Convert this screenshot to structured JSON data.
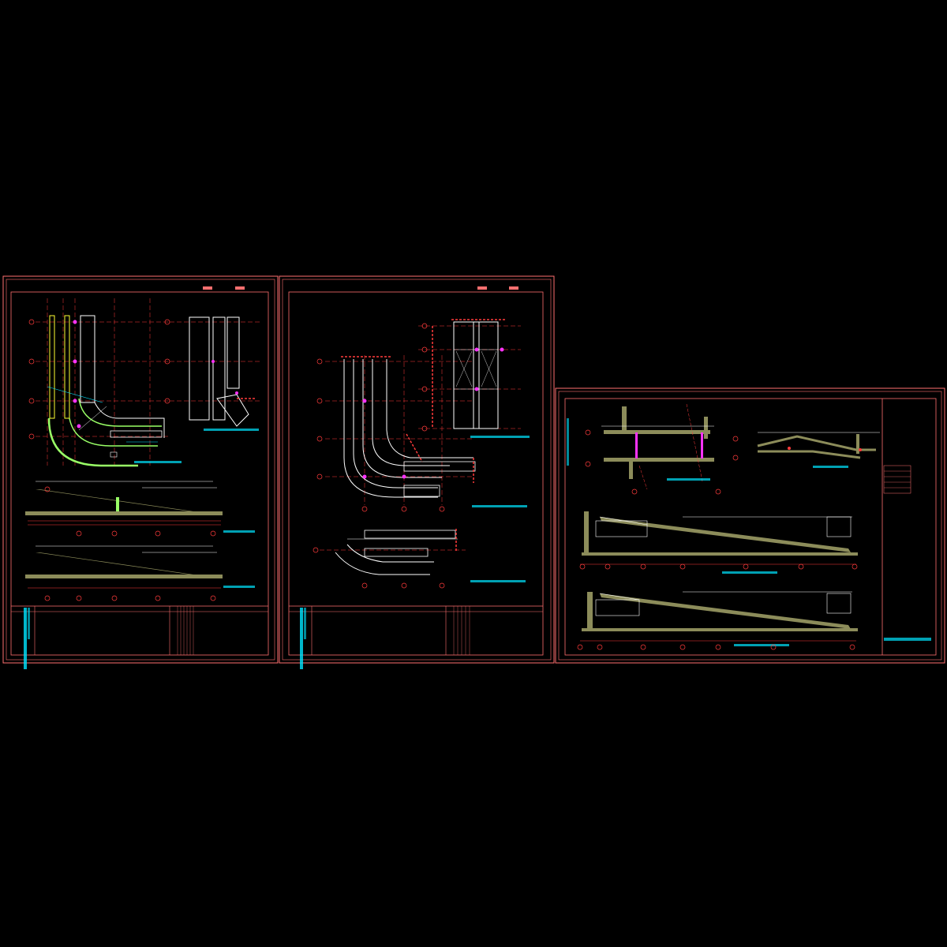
{
  "colors": {
    "background": "#000000",
    "sheet_border": "#ff6f6f",
    "grid": "#ff3b3b",
    "wall": "#ffffff",
    "ramp_yellow": "#ffff33",
    "ramp_green": "#99ff66",
    "concrete": "#8c8c5a",
    "label_cyan": "#00e5ff",
    "marker_magenta": "#ff33ff"
  },
  "sheets": [
    {
      "id": "sheet-1",
      "drawings": [
        {
          "id": "s1-plan-a",
          "icon": "ramp-plan-view",
          "label": ""
        },
        {
          "id": "s1-plan-b",
          "icon": "ramp-plan-view",
          "label": ""
        },
        {
          "id": "s1-section-a",
          "icon": "ramp-section-view",
          "label": ""
        },
        {
          "id": "s1-section-b",
          "icon": "ramp-section-view",
          "label": ""
        }
      ]
    },
    {
      "id": "sheet-2",
      "drawings": [
        {
          "id": "s2-plan-a",
          "icon": "ramp-plan-view",
          "label": ""
        },
        {
          "id": "s2-plan-b",
          "icon": "structural-grid-plan",
          "label": ""
        },
        {
          "id": "s2-plan-c",
          "icon": "ramp-plan-view",
          "label": ""
        }
      ]
    },
    {
      "id": "sheet-3",
      "drawings": [
        {
          "id": "s3-section-a",
          "icon": "ramp-section-view",
          "label": ""
        },
        {
          "id": "s3-section-b",
          "icon": "ramp-section-view",
          "label": ""
        },
        {
          "id": "s3-section-c",
          "icon": "ramp-section-view",
          "label": ""
        },
        {
          "id": "s3-section-d",
          "icon": "ramp-section-view",
          "label": ""
        }
      ]
    }
  ]
}
